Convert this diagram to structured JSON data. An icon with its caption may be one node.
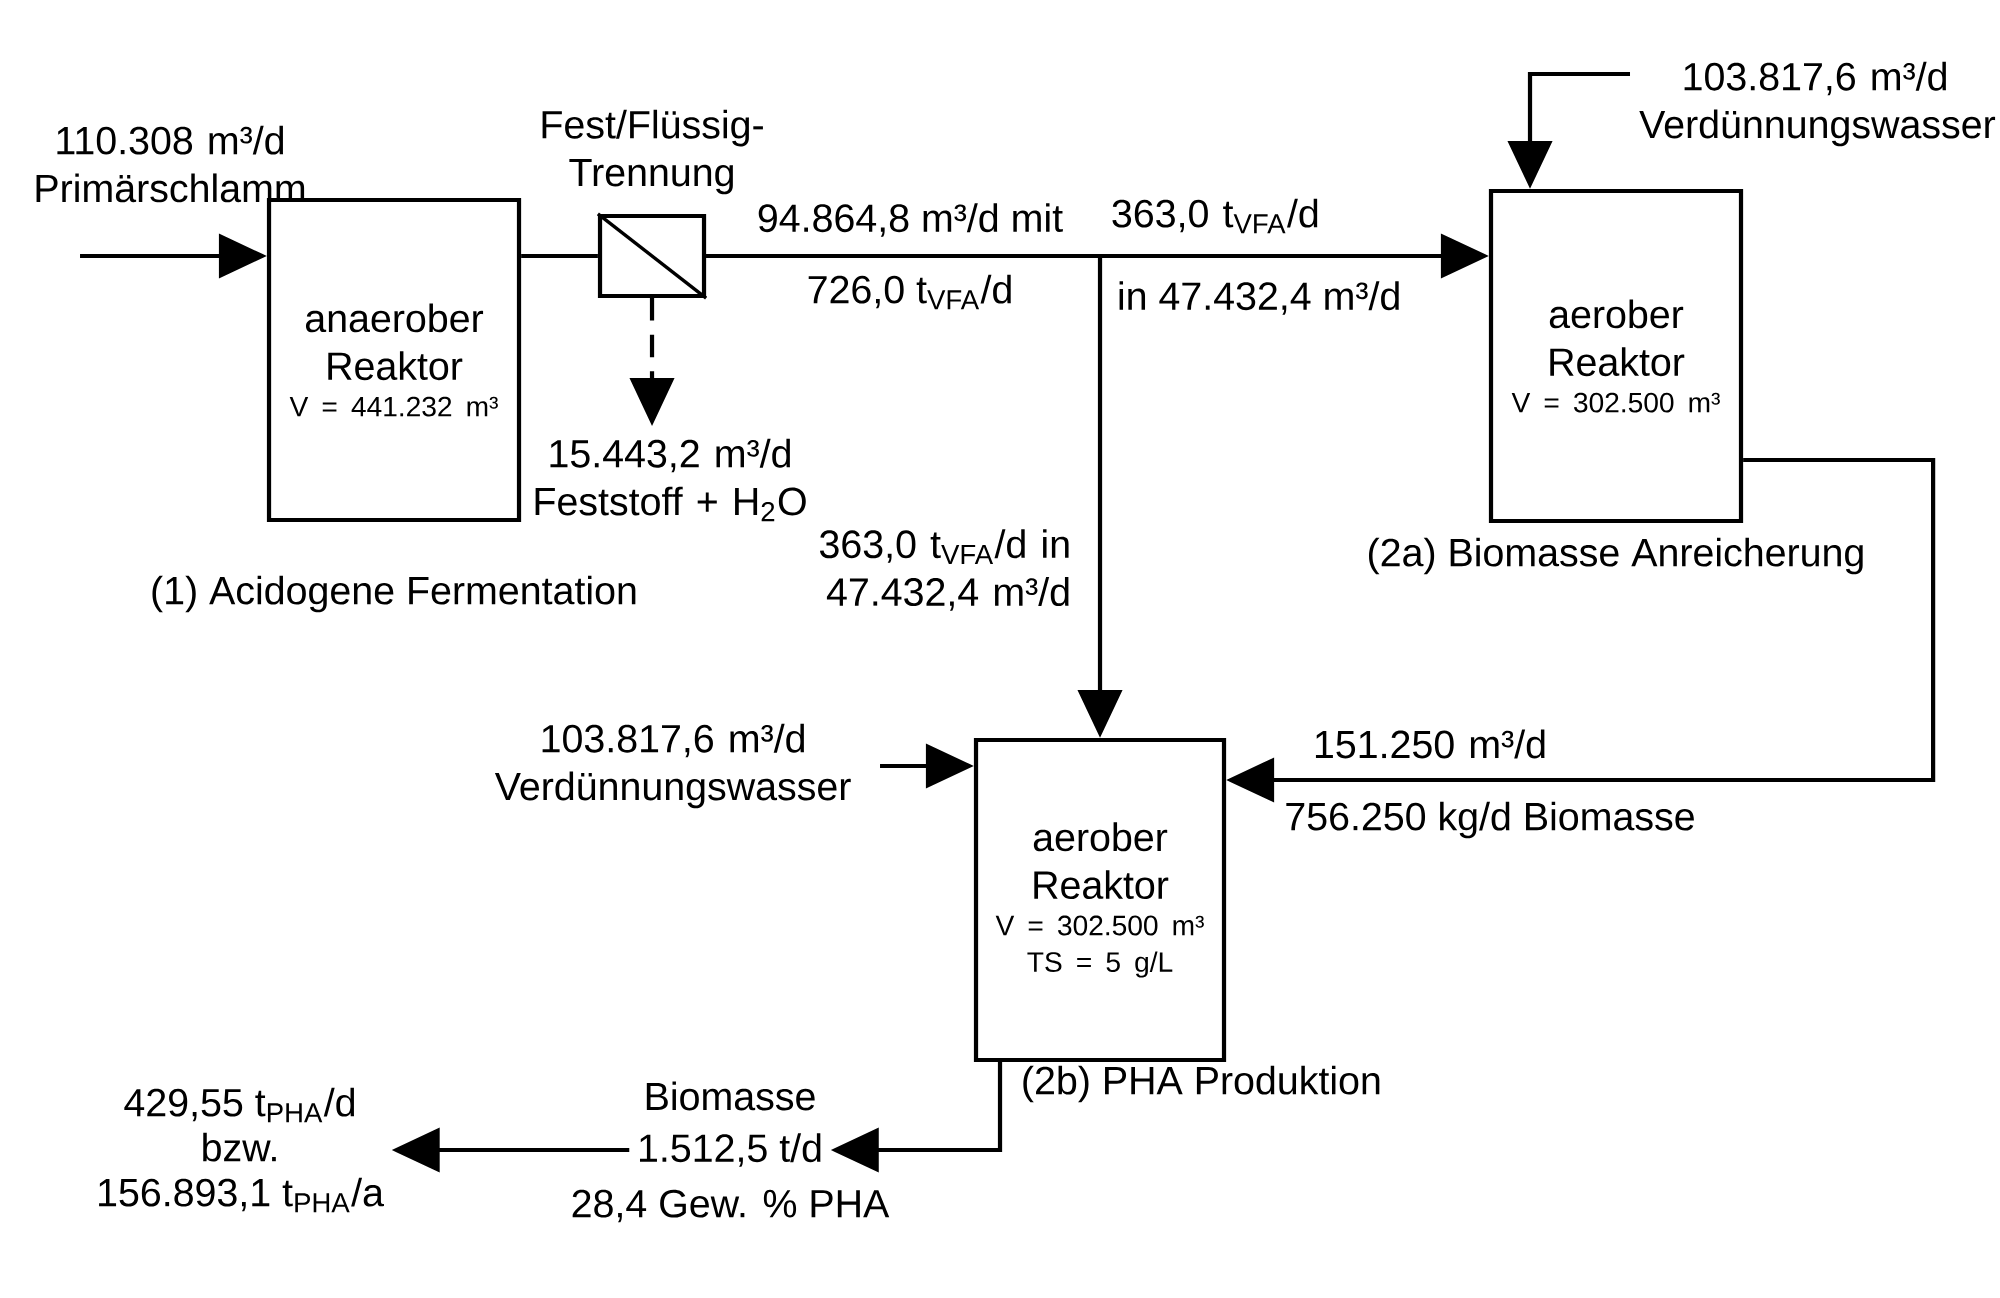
{
  "diagram": {
    "nodes": [
      {
        "text": [
          "anaerober Reaktor",
          "V = 441.232 m³"
        ],
        "beside": [
          "(1) Acidogene Fermentation"
        ]
      },
      {
        "text": [
          "Fest/Flüssig-Trennung"
        ]
      },
      {
        "text": [
          "aerober Reaktor",
          "V = 302.500 m³"
        ],
        "beside": [
          "(2a) Biomasse Anreicherung"
        ]
      },
      {
        "text": [
          "aerober Reaktor",
          "V = 302.500 m³",
          "TS = 5 g/L"
        ],
        "beside": [
          "(2b) PHA Produktion"
        ]
      },
      {
        "text": [
          "1.512,5 t/d"
        ],
        "beside": [
          "Biomasse",
          "28,4 Gew. % PHA"
        ]
      },
      {
        "text": [
          "429,55 t$_{PHA}$/d",
          "bzw.",
          "156.893,1 t$_{PHA}$/a"
        ]
      }
    ],
    "edges": [
      {
        "from": null,
        "to": 0,
        "arrow": "to",
        "label": "110.308 m³/d Primärschlamm"
      },
      {
        "from": 0,
        "to": 1,
        "arrow": "none"
      },
      {
        "from": 1,
        "to": null,
        "arrow": "to",
        "style": "dashed",
        "label": "15.443,2 m³/d Feststoff + H$_{2}$O"
      },
      {
        "from": 1,
        "to": 2,
        "arrow": "to",
        "label": "363,0 t$_{VFA}$/d"
      },
      {
        "from": 1,
        "to": 3,
        "arrow": "to",
        "label": "363,0 t$_{VFA}$/d in 47.432,4 m³/d"
      },
      {
        "from": null,
        "to": 2,
        "arrow": "to",
        "label": "103.817,6 m³/d Verdünnungswasser"
      },
      {
        "from": null,
        "to": 3,
        "arrow": "to",
        "label": "103.817,6 m³/d Verdünnungswasser"
      },
      {
        "from": 2,
        "to": 3,
        "arrow": "to",
        "label": "151.250 m³/d"
      },
      {
        "from": 3,
        "to": 4,
        "arrow": "to"
      },
      {
        "from": 4,
        "to": 5,
        "arrow": "to"
      }
    ],
    "labels": [
      "94.864,8 m³/d mit",
      "726,0 t$_{VFA}$/d",
      "in 47.432,4 m³/d",
      "756.250 kg/d Biomasse"
    ]
  }
}
